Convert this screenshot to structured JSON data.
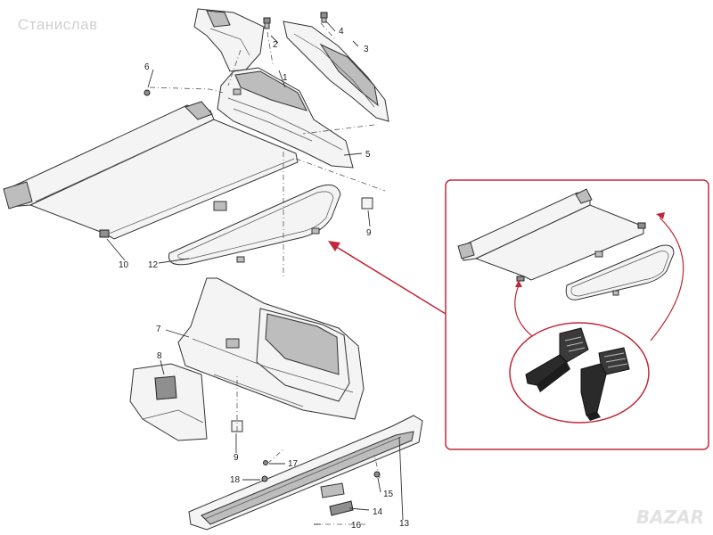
{
  "watermark": {
    "text": "Станислав"
  },
  "logo": {
    "text": "BAZAR"
  },
  "accent_color": "#c0283a",
  "callouts": [
    {
      "id": "c1",
      "label": "1"
    },
    {
      "id": "c2",
      "label": "2"
    },
    {
      "id": "c3",
      "label": "3"
    },
    {
      "id": "c4",
      "label": "4"
    },
    {
      "id": "c5",
      "label": "5"
    },
    {
      "id": "c6",
      "label": "6"
    },
    {
      "id": "c7",
      "label": "7"
    },
    {
      "id": "c8",
      "label": "8"
    },
    {
      "id": "c9a",
      "label": "9"
    },
    {
      "id": "c9b",
      "label": "9"
    },
    {
      "id": "c10",
      "label": "10"
    },
    {
      "id": "c12",
      "label": "12"
    },
    {
      "id": "c13",
      "label": "13"
    },
    {
      "id": "c14",
      "label": "14"
    },
    {
      "id": "c15",
      "label": "15"
    },
    {
      "id": "c16",
      "label": "16"
    },
    {
      "id": "c17",
      "label": "17"
    },
    {
      "id": "c18",
      "label": "18"
    }
  ]
}
